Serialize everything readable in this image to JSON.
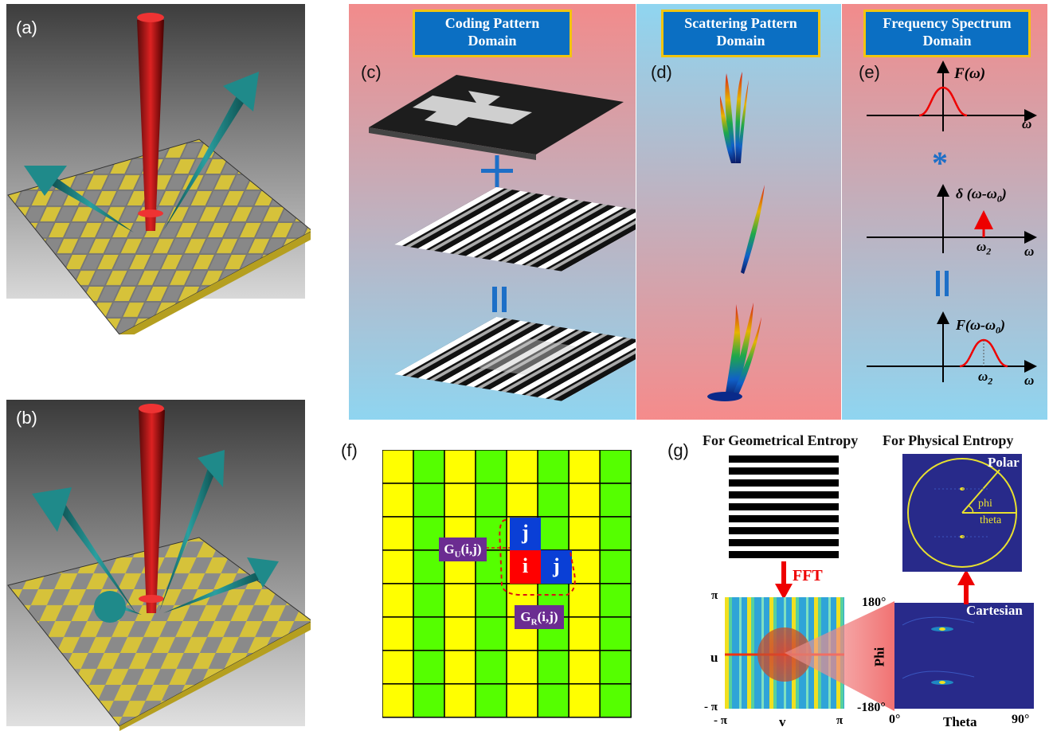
{
  "panel_labels": {
    "a": "(a)",
    "b": "(b)",
    "c": "(c)",
    "d": "(d)",
    "e": "(e)",
    "f": "(f)",
    "g": "(g)"
  },
  "headers": {
    "coding": [
      "Coding Pattern",
      "Domain"
    ],
    "scattering": [
      "Scattering Pattern",
      "Domain"
    ],
    "frequency": [
      "Frequency Spectrum",
      "Domain"
    ]
  },
  "operators": {
    "plus": "+",
    "equals": "=",
    "convolve": "*"
  },
  "spectrum": {
    "f_omega": "F(ω)",
    "delta": "δ (ω-ω",
    "delta_sub": "0",
    "delta_close": ")",
    "f_shift": "F(ω-ω",
    "f_shift_sub": "0",
    "f_shift_close": ")",
    "omega": "ω",
    "omega2": "ω",
    "omega2_sub": "2"
  },
  "grid": {
    "colors": {
      "yellow": "#ffff00",
      "green": "#55ff00",
      "red": "#ff0000",
      "blue": "#0a3fd6",
      "purple": "#6b2c91"
    },
    "cell_i": "i",
    "cell_j_top": "j",
    "cell_j_right": "j",
    "gu": "G",
    "gu_sub": "U",
    "gu_args": "(i,j)",
    "gr": "G",
    "gr_sub": "R",
    "gr_args": "(i,j)"
  },
  "entropy": {
    "geometrical_title": "For Geometrical Entropy",
    "physical_title": "For Physical Entropy",
    "fft": "FFT",
    "polar": "Polar",
    "phi": "phi",
    "theta": "theta",
    "cartesian": "Cartesian",
    "u_axis": "u",
    "v_axis": "v",
    "pi": "π",
    "neg_pi": "- π",
    "phi_axis": "Phi",
    "theta_axis": "Theta",
    "deg180": "180°",
    "degneg180": "-180°",
    "deg0": "0°",
    "deg90": "90°"
  }
}
